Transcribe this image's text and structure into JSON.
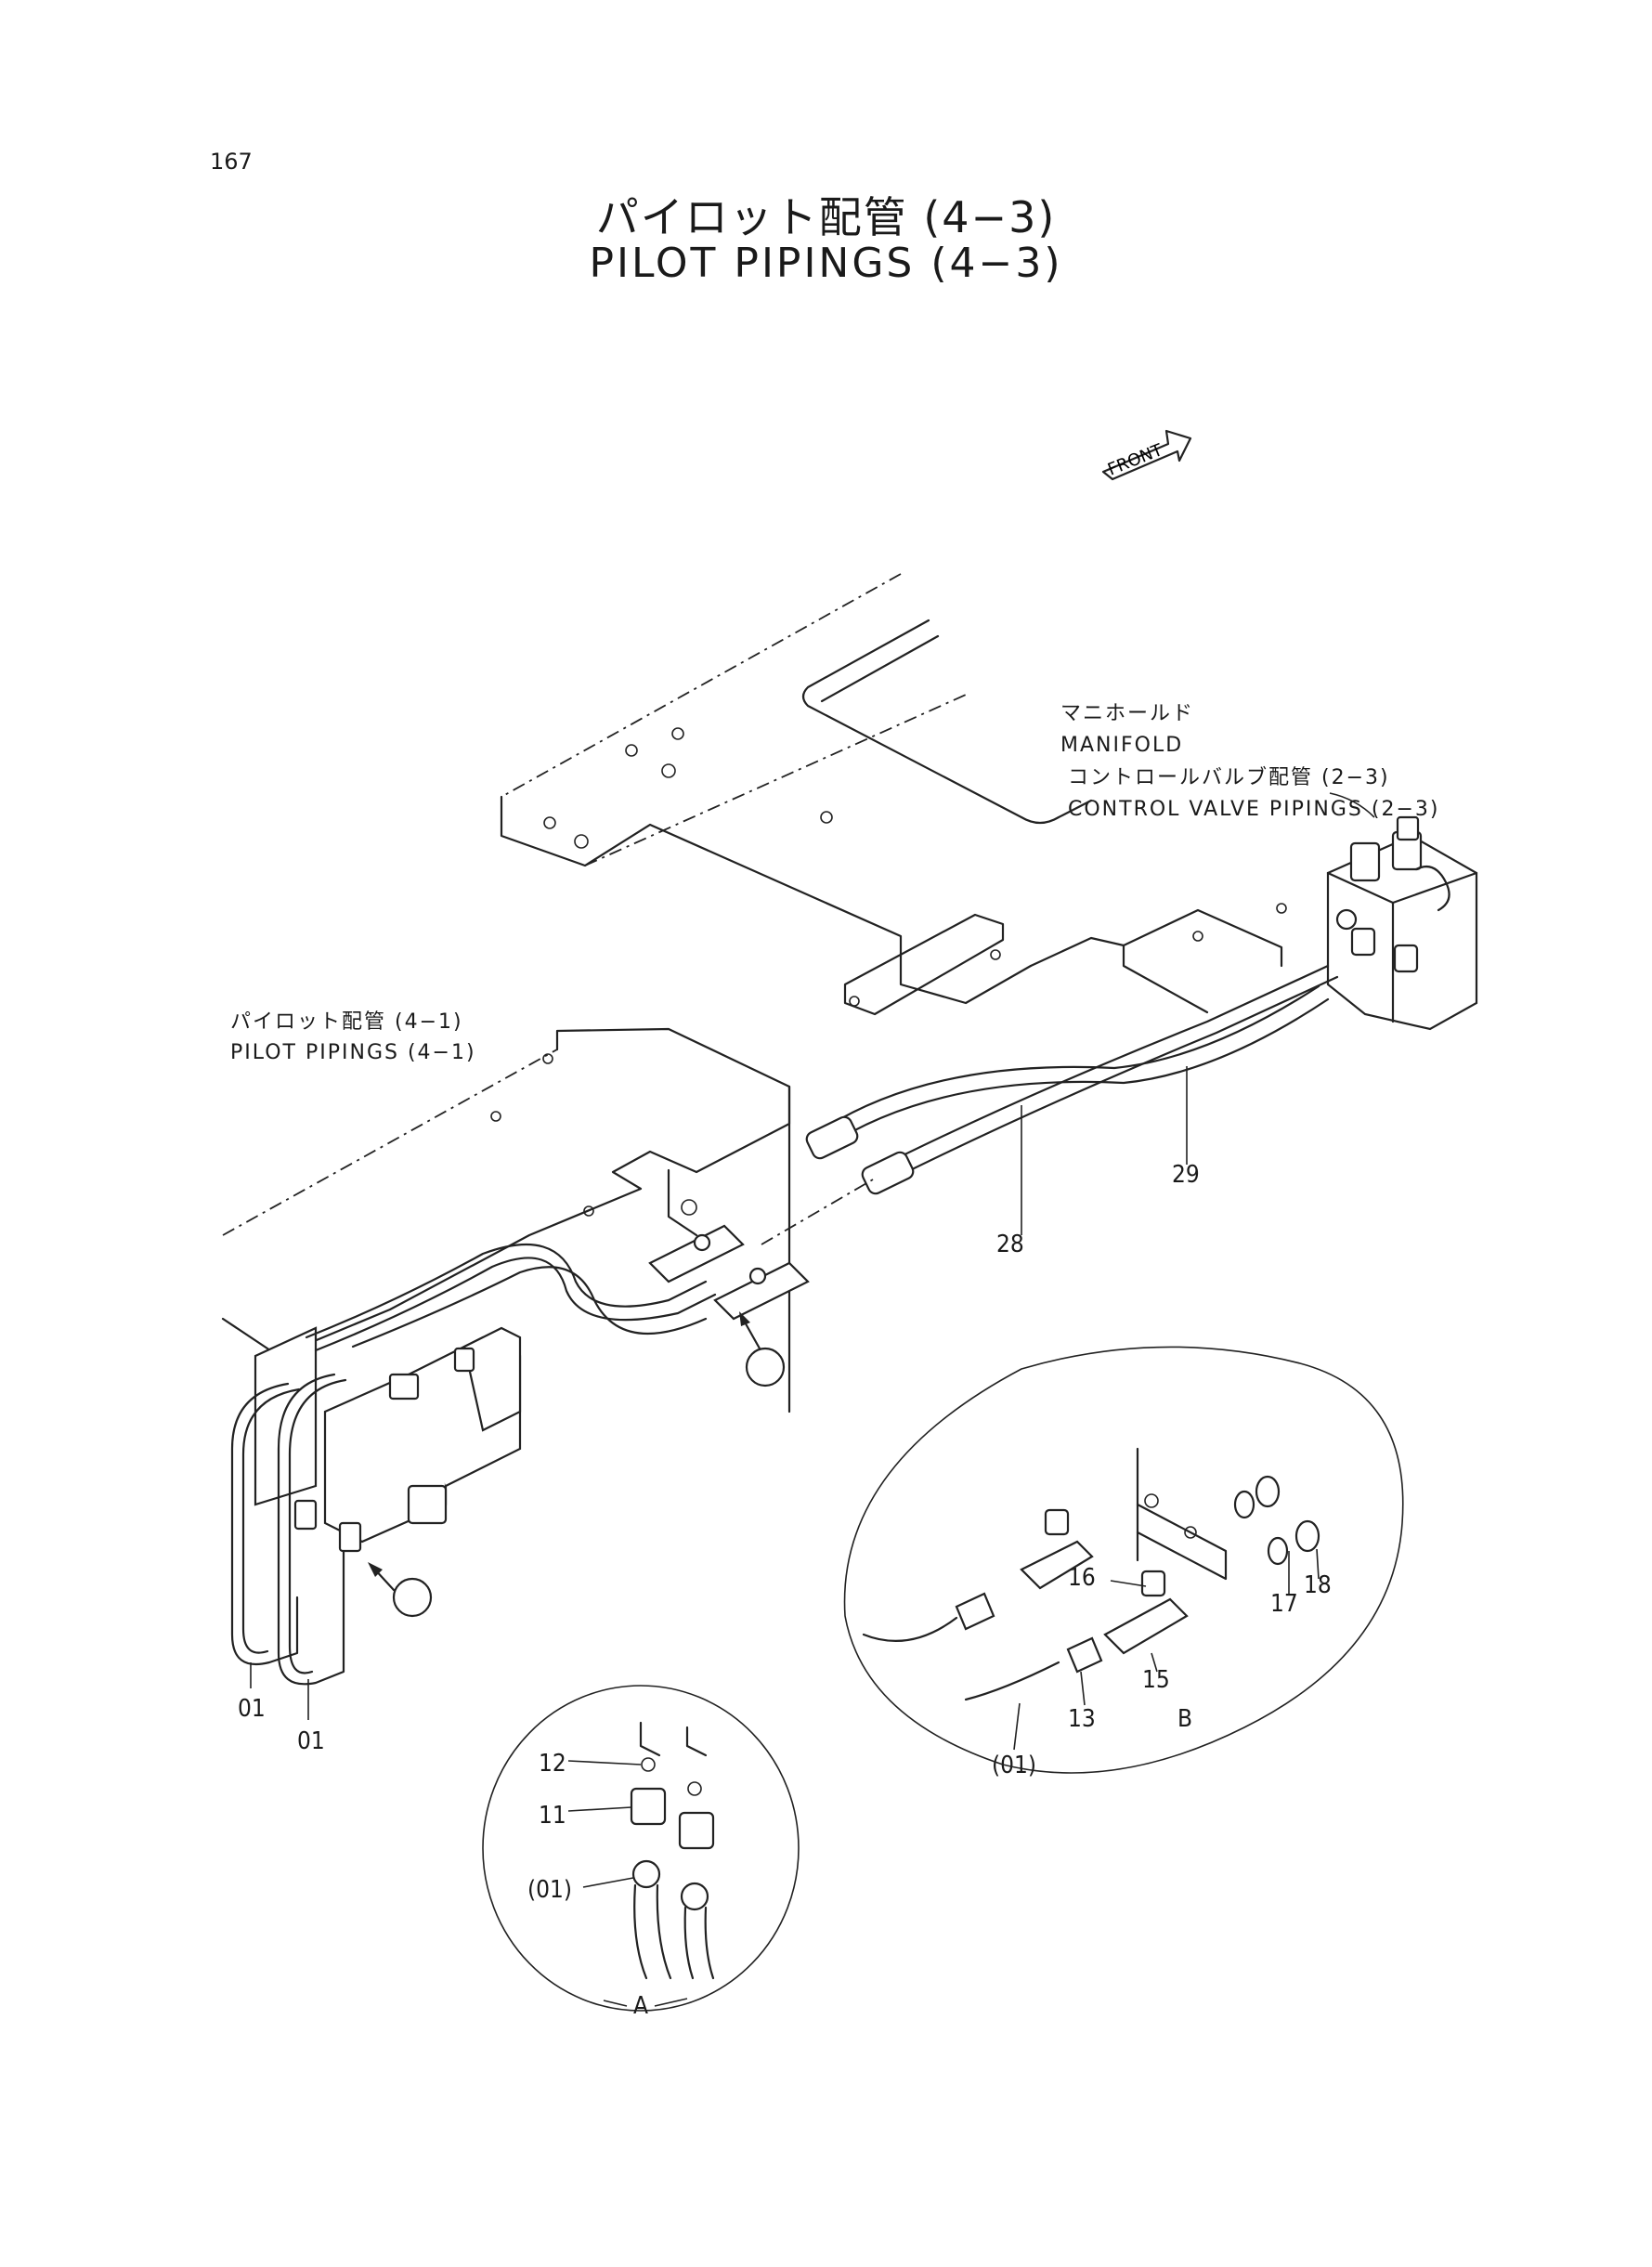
{
  "page": {
    "number": "167",
    "title_ja": "パイロット配管 (4−3)",
    "title_en": "PILOT PIPINGS (4−3)"
  },
  "front_marker": "FRONT",
  "labels": {
    "manifold_ja": "マニホールド",
    "manifold_en": "MANIFOLD",
    "control_valve_ja": "コントロールバルブ配管 (2−3)",
    "control_valve_en": "CONTROL VALVE PIPINGS (2−3)",
    "pilot_ref_ja": "パイロット配管 (4−1)",
    "pilot_ref_en": "PILOT PIPINGS (4−1)"
  },
  "callouts": {
    "p28": "28",
    "p29": "29",
    "p01_a": "01",
    "p01_b": "01",
    "view_a_marker": "A",
    "view_b_marker": "B",
    "detail_a": {
      "p12": "12",
      "p11": "11",
      "p01": "(01)",
      "caption": "A"
    },
    "detail_b": {
      "p16": "16",
      "p17": "17",
      "p18": "18",
      "p15": "15",
      "p13": "13",
      "p01": "(01)",
      "caption": "B"
    }
  }
}
